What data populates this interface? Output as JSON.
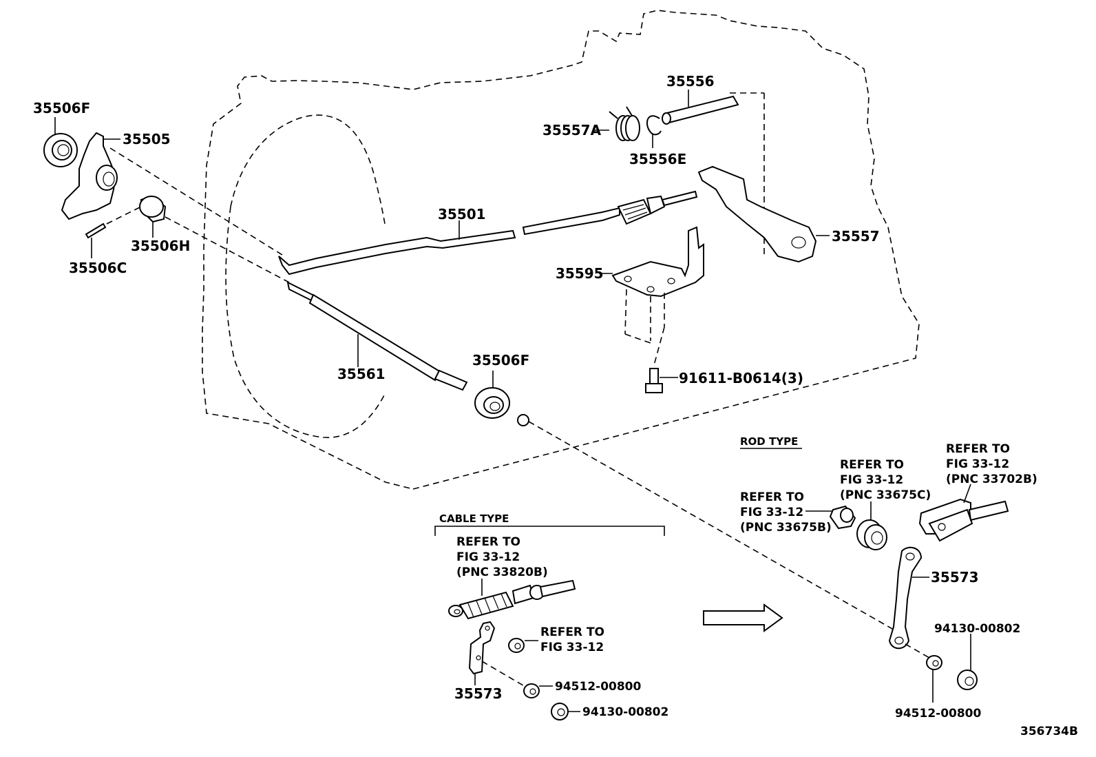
{
  "labels": {
    "p35506F_top": "35506F",
    "p35505": "35505",
    "p35506H": "35506H",
    "p35506C": "35506C",
    "p35556": "35556",
    "p35557A": "35557A",
    "p35556E": "35556E",
    "p35501": "35501",
    "p35557": "35557",
    "p35595": "35595",
    "p35561": "35561",
    "p35506F_bottom": "35506F",
    "p91611": "91611-B0614(3)"
  },
  "rod_type": {
    "title": "ROD TYPE",
    "ref_33702B": [
      "REFER TO",
      "FIG 33-12",
      "(PNC 33702B)"
    ],
    "ref_33675C": [
      "REFER TO",
      "FIG 33-12",
      "(PNC 33675C)"
    ],
    "ref_33675B": [
      "REFER TO",
      "FIG 33-12",
      "(PNC 33675B)"
    ],
    "p35573": "35573",
    "p94130": "94130-00802",
    "p94512": "94512-00800"
  },
  "cable_type": {
    "title": "CABLE TYPE",
    "ref_33820B": [
      "REFER TO",
      "FIG 33-12",
      "(PNC 33820B)"
    ],
    "ref_fig": [
      "REFER TO",
      "FIG 33-12"
    ],
    "p35573": "35573",
    "p94512": "94512-00800",
    "p94130": "94130-00802"
  },
  "figure_id": "356734B",
  "icons": {
    "direction_arrow": "hollow-right-arrow-icon"
  }
}
